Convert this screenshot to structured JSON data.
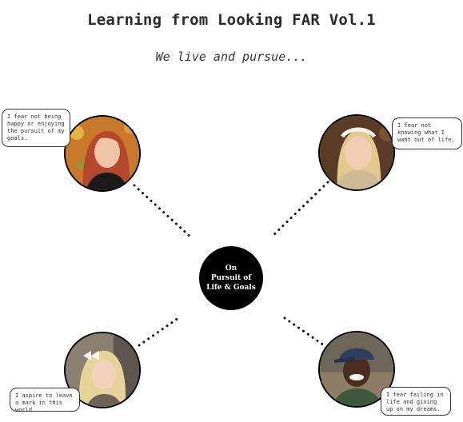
{
  "header": {
    "title": "Learning from Looking FAR Vol.1",
    "subtitle": "We live and pursue..."
  },
  "center": {
    "label": "On\nPursuit of\nLife & Goals"
  },
  "people": [
    {
      "id": "top-left",
      "quote": "I fear not being happy or enjoying the pursuit of my goals.",
      "colors": {
        "bg": "#c8792c",
        "hair": "#b5472a",
        "skin": "#f0c4a8",
        "top": "#1a1a1a"
      }
    },
    {
      "id": "top-right",
      "quote": "I fear not knowing what I want out of life.",
      "colors": {
        "bg": "#5a3b26",
        "hair": "#e2c98c",
        "skin": "#f2cdb3",
        "top": "#cdbb95"
      }
    },
    {
      "id": "bottom-left",
      "quote": "I aspire to leave a mark in this world.",
      "colors": {
        "bg": "#8a7f70",
        "hair": "#e6d39a",
        "skin": "#f3d2bd",
        "top": "#6e6255"
      }
    },
    {
      "id": "bottom-right",
      "quote": "I fear failing in life and giving up on my dreams.",
      "colors": {
        "bg": "#6f665a",
        "hair": "#2e3f5c",
        "skin": "#4b2d1f",
        "top": "#3e5a3e"
      }
    }
  ]
}
